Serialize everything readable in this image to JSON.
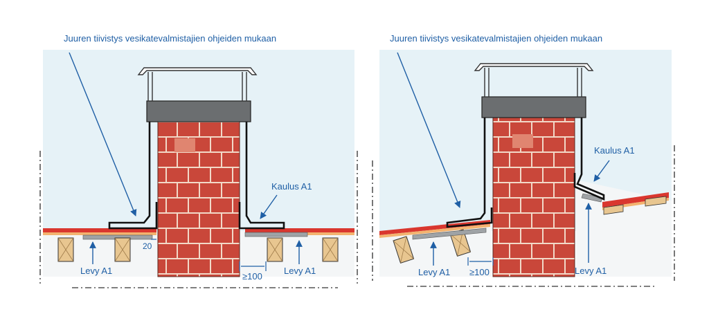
{
  "diagrams": [
    {
      "id": "flat-roof",
      "title_note": "Juuren tiivistys vesikatevalmistajien ohjeiden mukaan",
      "collar_label": "Kaulus A1",
      "plate_left_label": "Levy A1",
      "plate_right_label": "Levy A1",
      "gap_label": "20",
      "distance_label": "≥100"
    },
    {
      "id": "pitched-roof",
      "title_note": "Juuren tiivistys vesikatevalmistajien ohjeiden mukaan",
      "collar_label": "Kaulus A1",
      "plate_left_label": "Levy A1",
      "plate_right_label": "Levy A1",
      "distance_label": "≥100"
    }
  ],
  "colors": {
    "sky": "#e6f2f7",
    "brick": "#c9473a",
    "brick_light": "#e08570",
    "mortar": "#f2d9c8",
    "cap": "#6b6e70",
    "roof_red": "#d9372f",
    "steel": "#9fa3a6",
    "timber": "#e8c690",
    "arrow_blue": "#1f5fa5",
    "outline": "#1a1a1a"
  }
}
